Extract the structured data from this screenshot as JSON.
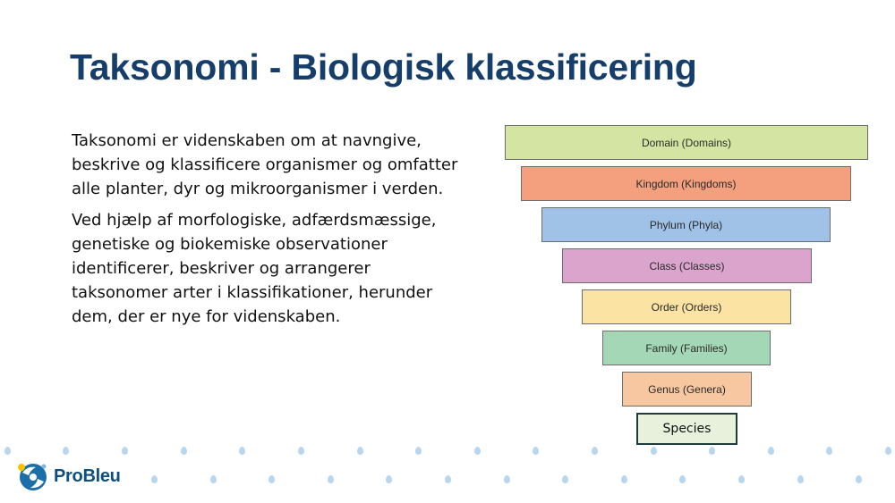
{
  "slide": {
    "title": "Taksonomi - Biologisk klassificering",
    "paragraphs": [
      "Taksonomi er videnskaben om at navngive, beskrive og klassificere organismer og omfatter alle planter, dyr og mikroorganismer i verden.",
      "Ved hjælp af morfologiske, adfærdsmæssige, genetiske og biokemiske observationer identificerer, beskriver og arrangerer taksonomer arter i klassifikationer, herunder dem, der er nye for videnskaben."
    ]
  },
  "pyramid": {
    "levels": [
      {
        "label": "Domain (Domains)",
        "color": "#d4e5a3"
      },
      {
        "label": "Kingdom (Kingdoms)",
        "color": "#f4a07e"
      },
      {
        "label": "Phylum (Phyla)",
        "color": "#9fc2e6"
      },
      {
        "label": "Class (Classes)",
        "color": "#dba4cd"
      },
      {
        "label": "Order (Orders)",
        "color": "#fae3a3"
      },
      {
        "label": "Family (Families)",
        "color": "#a4d7b5"
      },
      {
        "label": "Genus (Genera)",
        "color": "#f6c7a0"
      },
      {
        "label": "Species",
        "color": "#e7f1dc"
      }
    ]
  },
  "brand": {
    "name": "ProBleu",
    "color": "#0d4f7e",
    "accent": "#f5c400"
  }
}
